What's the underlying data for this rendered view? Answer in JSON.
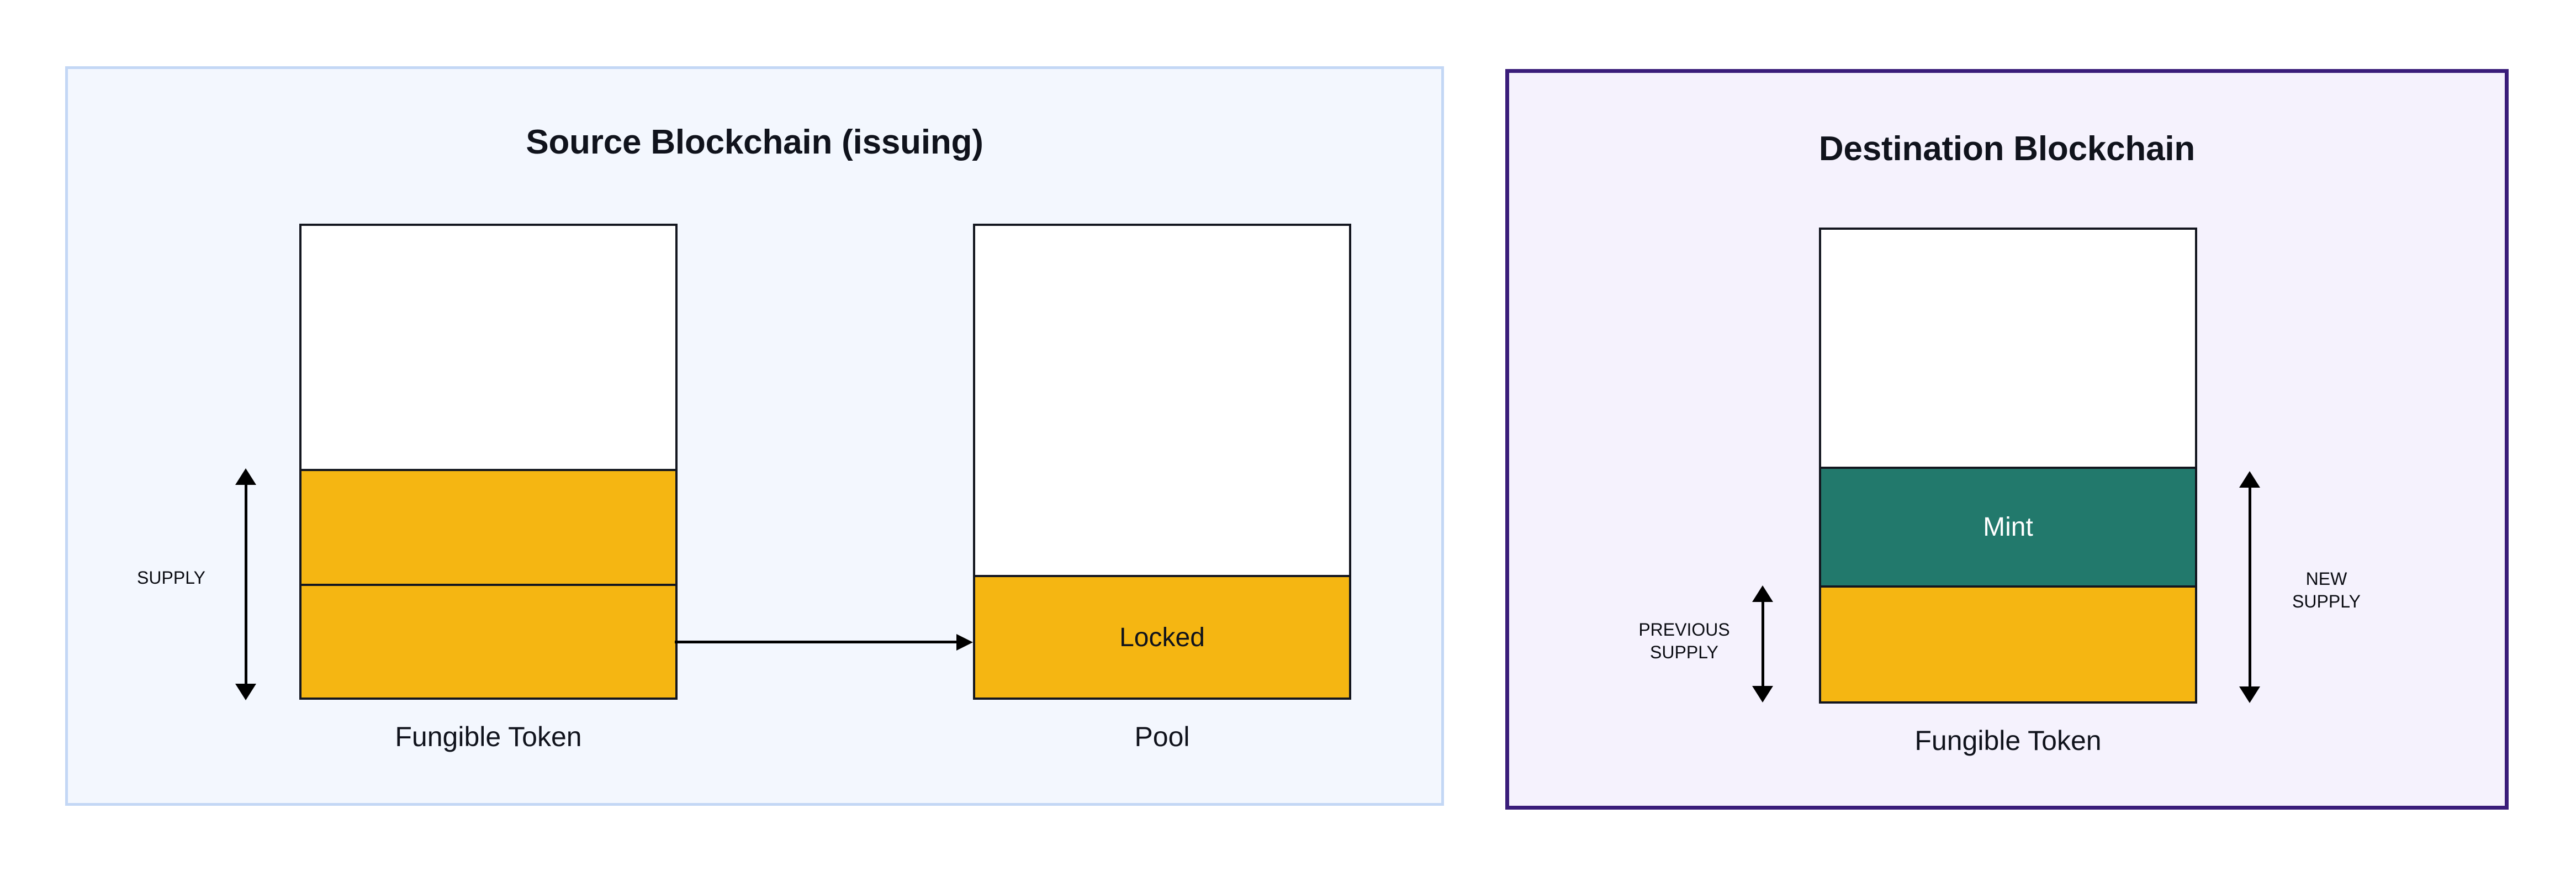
{
  "diagram": {
    "title_semantic": "token-bridging-lock-and-mint",
    "colors": {
      "amber": "#f5b612",
      "teal": "#22796c",
      "source_panel_bg": "#f3f7fe",
      "source_panel_border": "#c3d7f5",
      "destination_panel_bg": "#f5f2fd",
      "destination_panel_border": "#3a1d7a",
      "box_outline": "#13161f",
      "text": "#10131c",
      "mint_label_text": "#ffffff"
    }
  },
  "source_panel": {
    "title": "Source Blockchain (issuing)",
    "token_bar": {
      "caption": "Fungible Token",
      "segments": [
        {
          "name": "empty",
          "label": "",
          "fill": "empty"
        },
        {
          "name": "supply-upper",
          "label": "",
          "fill": "amber"
        },
        {
          "name": "supply-lower",
          "label": "",
          "fill": "amber"
        }
      ]
    },
    "supply_measure": {
      "label": "SUPPLY"
    },
    "transfer_arrow": {
      "name": "lock-transfer-arrow",
      "direction": "right"
    },
    "pool_bar": {
      "caption": "Pool",
      "segments": [
        {
          "name": "empty",
          "label": "",
          "fill": "empty"
        },
        {
          "name": "locked",
          "label": "Locked",
          "fill": "amber"
        }
      ]
    }
  },
  "destination_panel": {
    "title": "Destination Blockchain",
    "token_bar": {
      "caption": "Fungible Token",
      "segments": [
        {
          "name": "empty",
          "label": "",
          "fill": "empty"
        },
        {
          "name": "mint",
          "label": "Mint",
          "fill": "teal"
        },
        {
          "name": "previous-supply",
          "label": "",
          "fill": "amber"
        }
      ]
    },
    "previous_supply_measure": {
      "label": "PREVIOUS\nSUPPLY"
    },
    "new_supply_measure": {
      "label": "NEW\nSUPPLY"
    }
  }
}
